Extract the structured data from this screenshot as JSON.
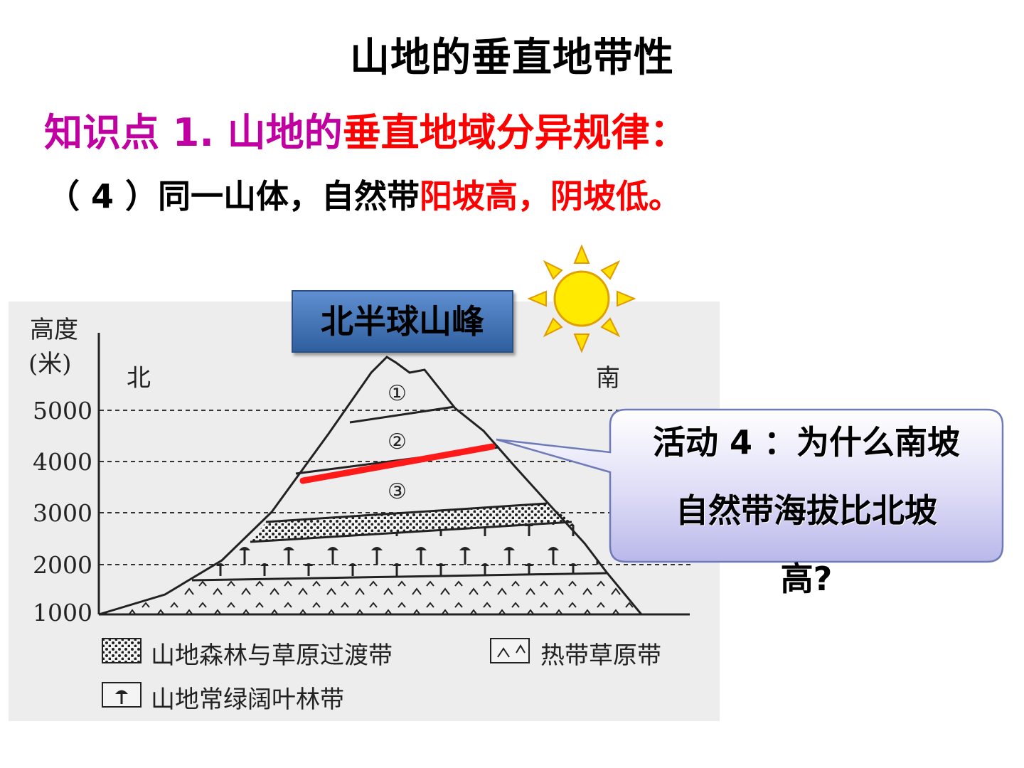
{
  "slide": {
    "title": "山地的垂直地带性",
    "knowledge_point": {
      "prefix": "知识点 1.  山地的",
      "highlight": "垂直地域分异规律："
    },
    "point4": {
      "prefix": "（ 4 ）同一山体，自然带",
      "highlight": "阳坡高，阴坡低。"
    }
  },
  "diagram": {
    "y_axis_label_line1": "高度",
    "y_axis_label_line2": "(米)",
    "north_label": "北",
    "south_label": "南",
    "y_ticks": [
      "5000",
      "4000",
      "3000",
      "2000",
      "1000"
    ],
    "zones": [
      "①",
      "②",
      "③"
    ],
    "legend": {
      "transition": "山地森林与草原过渡带",
      "savanna": "热带草原带",
      "evergreen": "山地常绿阔叶林带"
    },
    "hemisphere_label": "北半球山峰"
  },
  "callout": {
    "line1": "活动 4 ：为什么南坡",
    "line2": "自然带海拔比北坡",
    "line3": "高?"
  },
  "colors": {
    "magenta": "#c000a0",
    "red": "#ff0000",
    "label_blue": "#3d6fb6",
    "sun_yellow": "#ffe000",
    "callout_lavender": "#c9c9ee"
  },
  "icons": [
    "sun-icon"
  ]
}
